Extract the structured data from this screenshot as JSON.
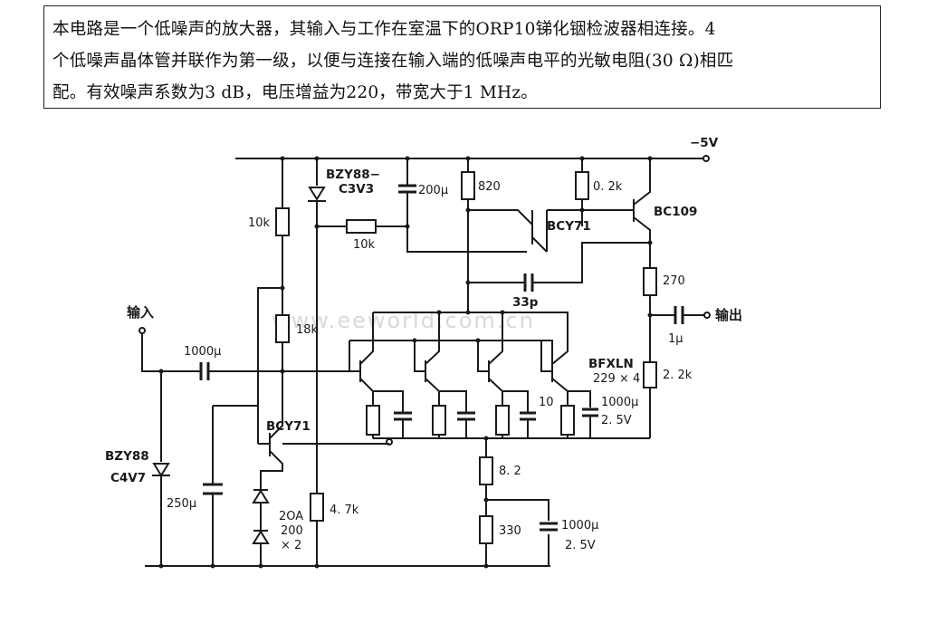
{
  "description": {
    "line1": "本电路是一个低噪声的放大器，其输入与工作在室温下的ORP10锑化铟检波器相连接。4",
    "line2": "个低噪声晶体管并联作为第一级，以便与连接在输入端的低噪声电平的光敏电阻(30 Ω)相匹",
    "line3": "配。有效噪声系数为3 dB，电压增益为220，带宽大于1 MHz。"
  },
  "watermark": "www.eeworld.com.cn",
  "labels": {
    "supply": "−5V",
    "zener_top_line1": "BZY88−",
    "zener_top_line2": "C3V3",
    "cap_200u": "200μ",
    "r_820": "820",
    "r_0_2k": "0. 2k",
    "q_bc109": "BC109",
    "r_10k_v": "10k",
    "r_10k_h": "10k",
    "q_bcy71_top": "BCY71",
    "r_270": "270",
    "cap_33p": "33p",
    "output": "输出",
    "cap_1u": "1μ",
    "input": "输入",
    "cap_1000u_in": "1000μ",
    "r_18k": "18k",
    "q_bfxln_line1": "BFXLN",
    "q_bfxln_line2": "229 × 4",
    "r_2_2k": "2. 2k",
    "cap_10": "10",
    "cap_1000u_emit": "1000μ",
    "cap_2_5v_emit": "2. 5V",
    "q_bcy71_bot": "BCY71",
    "zener_bot_line1": "BZY88",
    "zener_bot_line2": "C4V7",
    "cap_250u": "250μ",
    "diode_line1": "2OA",
    "diode_line2": "200",
    "diode_line3": "× 2",
    "r_4_7k": "4. 7k",
    "r_8_2": "8. 2",
    "r_330": "330",
    "cap_1000u_bot": "1000μ",
    "cap_2_5v_bot": "2. 5V"
  }
}
